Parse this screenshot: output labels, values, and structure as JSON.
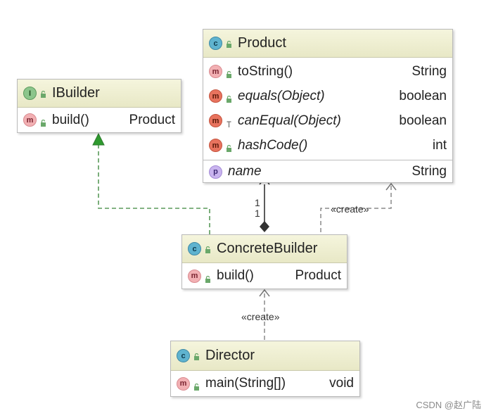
{
  "classes": {
    "product": {
      "name": "Product",
      "methods": [
        {
          "name": "toString()",
          "type": "String"
        },
        {
          "name": "equals(Object)",
          "type": "boolean"
        },
        {
          "name": "canEqual(Object)",
          "type": "boolean"
        },
        {
          "name": "hashCode()",
          "type": "int"
        }
      ],
      "fields": [
        {
          "name": "name",
          "type": "String"
        }
      ]
    },
    "ibuilder": {
      "name": "IBuilder",
      "methods": [
        {
          "name": "build()",
          "type": "Product"
        }
      ]
    },
    "concrete_builder": {
      "name": "ConcreteBuilder",
      "methods": [
        {
          "name": "build()",
          "type": "Product"
        }
      ]
    },
    "director": {
      "name": "Director",
      "methods": [
        {
          "name": "main(String[])",
          "type": "void"
        }
      ]
    }
  },
  "relations": {
    "aggregation": {
      "multiplicity_product": "1",
      "multiplicity_builder": "1"
    },
    "create_product": {
      "label": "«create»"
    },
    "create_builder": {
      "label": "«create»"
    }
  },
  "icons": {
    "class": "class-icon",
    "interface": "interface-icon",
    "method": "method-icon",
    "abstract_method": "abstract-method-icon",
    "property": "property-icon",
    "public": "public-visibility-icon",
    "protected": "protected-visibility-icon"
  },
  "colors": {
    "header_bg": "#eeeed2",
    "border": "#b9b9b9",
    "implements_line": "#5a9a5a",
    "relation_line": "#8a8a8a",
    "aggregation_line": "#333333"
  },
  "watermark": "CSDN @赵广陆"
}
